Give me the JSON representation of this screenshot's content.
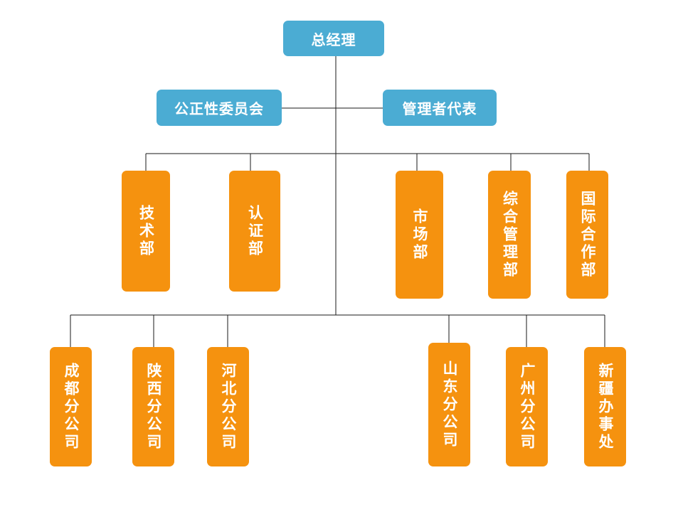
{
  "top": {
    "general_manager": "总经理"
  },
  "staff": {
    "impartiality_committee": "公正性委员会",
    "management_representative": "管理者代表"
  },
  "departments": [
    "技术部",
    "认证部",
    "市场部",
    "综合管理部",
    "国际合作部"
  ],
  "branches": [
    "成都分公司",
    "陕西分公司",
    "河北分公司",
    "山东分公司",
    "广州分公司",
    "新疆办事处"
  ],
  "colors": {
    "top_box": "#4bacd3",
    "unit_box": "#f5920f",
    "connector": "#1a1a1a",
    "text": "#ffffff"
  }
}
